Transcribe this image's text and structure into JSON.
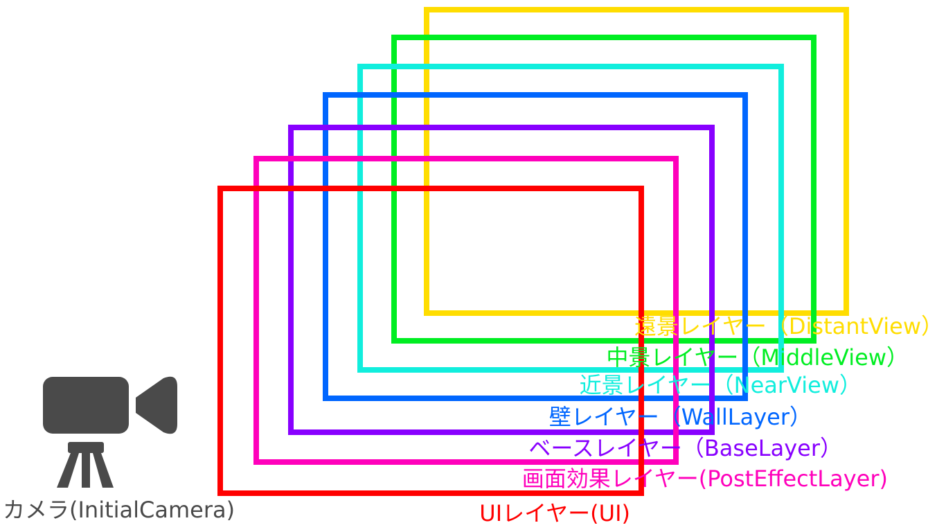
{
  "camera": {
    "label": "カメラ(InitialCamera)",
    "icon": "video-camera-on-tripod-icon",
    "color": "#4a4a4a"
  },
  "layers": [
    {
      "id": "distant",
      "label": "遠景レイヤー（DistantView）",
      "color": "#ffdd00"
    },
    {
      "id": "middle",
      "label": "中景レイヤー（MiddleView）",
      "color": "#00ee22"
    },
    {
      "id": "near",
      "label": "近景レイヤー（NearView）",
      "color": "#11eedd"
    },
    {
      "id": "wall",
      "label": "壁レイヤー（WallLayer）",
      "color": "#0066ff"
    },
    {
      "id": "base",
      "label": "ベースレイヤー（BaseLayer）",
      "color": "#8800ff"
    },
    {
      "id": "posteffect",
      "label": "画面効果レイヤー(PostEffectLayer)",
      "color": "#ff00bb"
    },
    {
      "id": "ui",
      "label": "UIレイヤー(UI)",
      "color": "#ff0000"
    }
  ]
}
